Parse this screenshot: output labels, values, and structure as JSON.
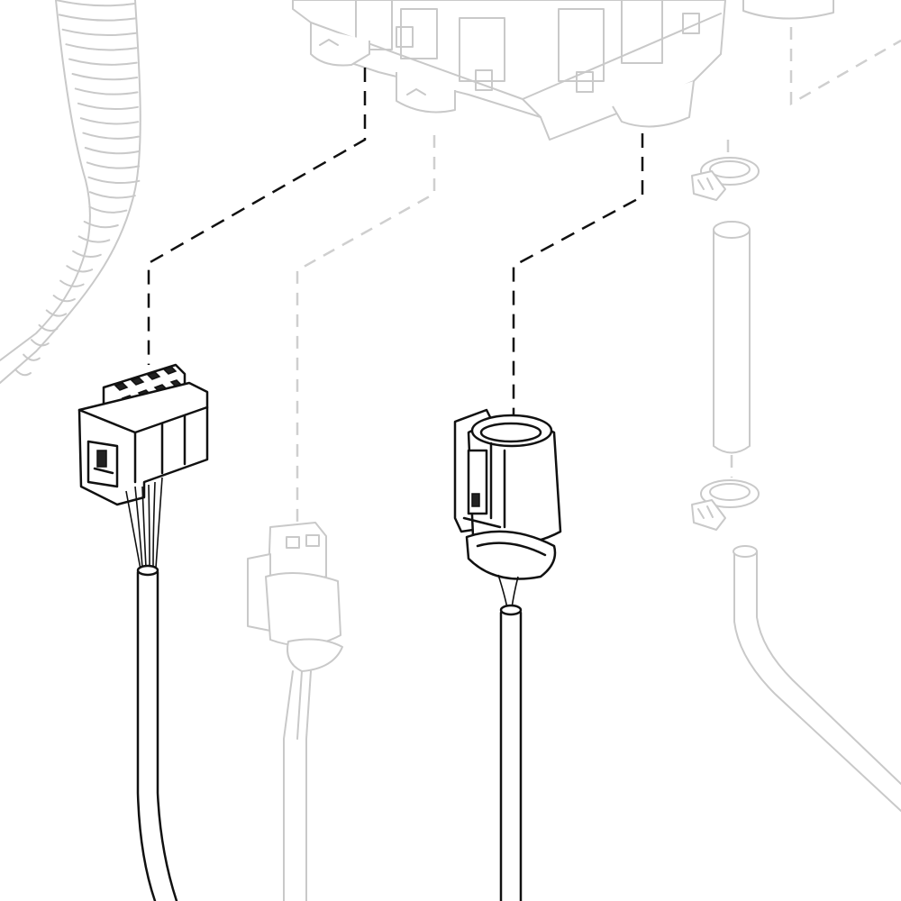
{
  "diagram": {
    "colors": {
      "ink": "#111111",
      "ghost": "#c9c9c9",
      "background": "#ffffff"
    },
    "parts": [
      {
        "id": "control-module",
        "style": "ghost"
      },
      {
        "id": "corrugated-loom",
        "style": "ghost"
      },
      {
        "id": "multi-pin-connector",
        "style": "highlighted"
      },
      {
        "id": "two-pin-connector",
        "style": "highlighted"
      },
      {
        "id": "ghost-two-pin-connector",
        "style": "ghost"
      },
      {
        "id": "hose-clamp-upper",
        "style": "ghost"
      },
      {
        "id": "hose-clamp-lower",
        "style": "ghost"
      },
      {
        "id": "straight-hose",
        "style": "ghost"
      },
      {
        "id": "bent-hose",
        "style": "ghost"
      }
    ],
    "leaders": [
      {
        "id": "leader-multi-pin",
        "from": "control-module",
        "to": "multi-pin-connector",
        "style": "dashed"
      },
      {
        "id": "leader-two-pin",
        "from": "control-module",
        "to": "two-pin-connector",
        "style": "dashed"
      }
    ]
  }
}
